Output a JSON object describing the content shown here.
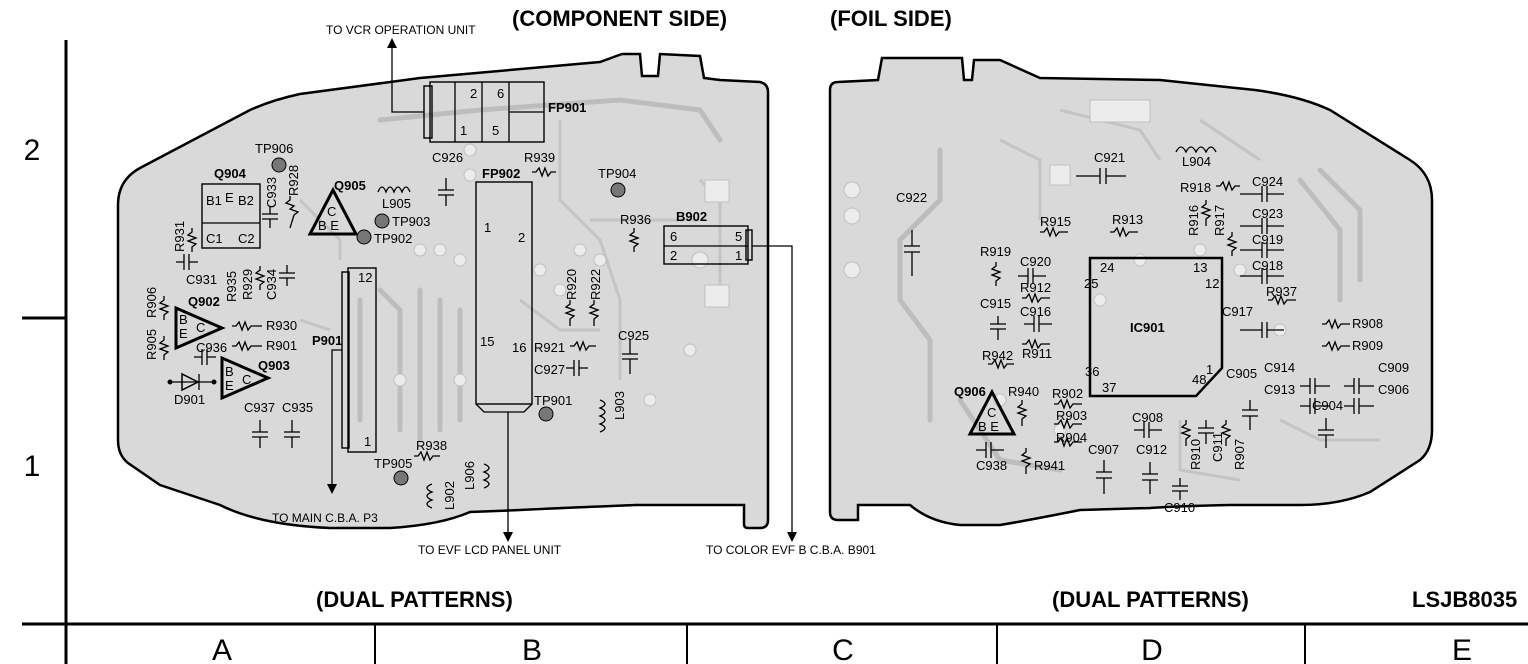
{
  "titles": {
    "component_side": "(COMPONENT SIDE)",
    "foil_side": "(FOIL SIDE)",
    "dual_left": "(DUAL PATTERNS)",
    "dual_right": "(DUAL PATTERNS)",
    "doc_code": "LSJB8035"
  },
  "grid": {
    "rows": [
      "2",
      "1"
    ],
    "columns": [
      "A",
      "B",
      "C",
      "D",
      "E"
    ]
  },
  "notes": {
    "to_vcr": "TO VCR OPERATION UNIT",
    "to_main": "TO MAIN C.B.A. P3",
    "to_evf_lcd": "TO EVF LCD PANEL UNIT",
    "to_color_evf": "TO COLOR EVF B C.B.A. B901"
  },
  "component_labels": {
    "fp901": "FP901",
    "fp902": "FP902",
    "b902": "B902",
    "p901": "P901",
    "q904": "Q904",
    "q905": "Q905",
    "q902": "Q902",
    "q903": "Q903",
    "d901": "D901",
    "tp906": "TP906",
    "tp903": "TP903",
    "tp902": "TP902",
    "tp904": "TP904",
    "tp901": "TP901",
    "tp905": "TP905",
    "l905": "L905",
    "l903": "L903",
    "l902": "L902",
    "l906": "L906",
    "c926": "C926",
    "c933": "C933",
    "c931": "C931",
    "c934": "C934",
    "c936": "C936",
    "c937": "C937",
    "c935": "C935",
    "c925": "C925",
    "c927": "C927",
    "r939": "R939",
    "r936": "R936",
    "r928": "R928",
    "r931": "R931",
    "r935": "R935",
    "r929": "R929",
    "r906": "R906",
    "r905": "R905",
    "r930": "R930",
    "r901": "R901",
    "r920": "R920",
    "r922": "R922",
    "r921": "R921",
    "r938": "R938"
  },
  "pin_labels": {
    "fp901_2": "2",
    "fp901_6": "6",
    "fp901_1": "1",
    "fp901_5": "5",
    "fp902_1": "1",
    "fp902_2": "2",
    "fp902_15": "15",
    "fp902_16": "16",
    "b902_6": "6",
    "b902_5": "5",
    "b902_2": "2",
    "b902_1": "1",
    "p901_12": "12",
    "p901_1": "1",
    "q904_b1": "B1",
    "q904_e": "E",
    "q904_b2": "B2",
    "q904_c1": "C1",
    "q904_c2": "C2",
    "q905_c": "C",
    "q905_be": "B E",
    "q902_b": "B",
    "q902_e": "E",
    "q902_c": "C",
    "q903_b": "B",
    "q903_e": "E",
    "q903_c": "C"
  },
  "foil_labels": {
    "ic901": "IC901",
    "l904": "L904",
    "q906": "Q906",
    "c921": "C921",
    "c922": "C922",
    "c924": "C924",
    "c923": "C923",
    "c919": "C919",
    "c918": "C918",
    "c917": "C917",
    "c920": "C920",
    "c915": "C915",
    "c916": "C916",
    "c914": "C914",
    "c913": "C913",
    "c909": "C909",
    "c906": "C906",
    "c905": "C905",
    "c904": "C904",
    "c908": "C908",
    "c907": "C907",
    "c912": "C912",
    "c911": "C911",
    "c910": "C910",
    "c938": "C938",
    "r918": "R918",
    "r916": "R916",
    "r917": "R917",
    "r915": "R915",
    "r913": "R913",
    "r919": "R919",
    "r912": "R912",
    "r911": "R911",
    "r942": "R942",
    "r937": "R937",
    "r908": "R908",
    "r909": "R909",
    "r902": "R902",
    "r903": "R903",
    "r904": "R904",
    "r940": "R940",
    "r941": "R941",
    "r910": "R910",
    "r907": "R907",
    "ic_24": "24",
    "ic_25": "25",
    "ic_13": "13",
    "ic_12": "12",
    "ic_36": "36",
    "ic_37": "37",
    "ic_48": "48",
    "ic_1": "1",
    "q906_c": "C",
    "q906_be": "B E"
  }
}
